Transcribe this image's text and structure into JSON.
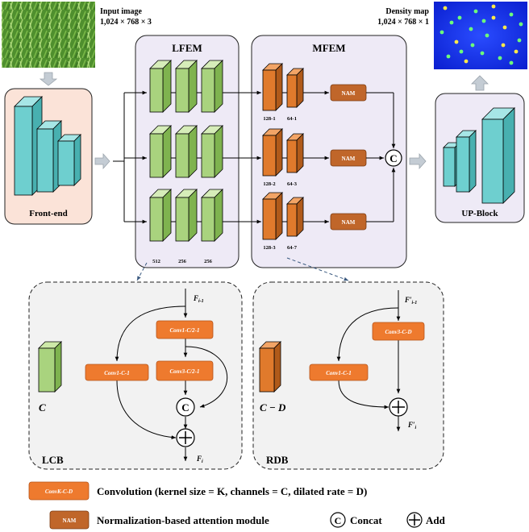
{
  "input": {
    "title": "Input image",
    "size": "1,024 × 768 × 3"
  },
  "output": {
    "title": "Density map",
    "size": "1,024 × 768 × 1"
  },
  "modules": {
    "frontend": "Front-end",
    "lfem": "LFEM",
    "mfem": "MFEM",
    "upblock": "UP-Block"
  },
  "lfem_channels": [
    "512",
    "256",
    "256"
  ],
  "mfem_labels": [
    {
      "a": "128-1",
      "b": "64-1"
    },
    {
      "a": "128-2",
      "b": "64-3"
    },
    {
      "a": "128-3",
      "b": "64-7"
    }
  ],
  "nam": "NAM",
  "concat_symbol": "C",
  "lcb": {
    "title": "LCB",
    "block_label": "C",
    "input": "F",
    "input_sub": "i-1",
    "output": "F",
    "output_sub": "i",
    "conv_left": "Conv1-C-1",
    "conv_top": "Conv1-C/2-1",
    "conv_mid": "Conv3-C/2-1"
  },
  "rdb": {
    "title": "RDB",
    "block_label": "C − D",
    "input": "F′",
    "input_sub": "i-1",
    "output": "F′",
    "output_sub": "i",
    "conv_right": "Conv3-C-D",
    "conv_left": "Conv1-C-1"
  },
  "legend": {
    "conv_box": "ConvK-C-D",
    "conv_text": "Convolution (kernel size = K, channels = C, dilated rate = D)",
    "nam_box": "NAM",
    "nam_text": "Normalization-based attention module",
    "concat_text": "Concat",
    "add_text": "Add"
  },
  "colors": {
    "frontend_bg": "#fbe3d8",
    "module_bg": "#eeeaf6",
    "green_block": "#a9d37e",
    "orange_block": "#e07a2c",
    "teal_block": "#6ecfcf",
    "nam_box": "#c0662a",
    "conv_box": "#ee7a2e",
    "panel_bg": "#f2f2f2"
  }
}
